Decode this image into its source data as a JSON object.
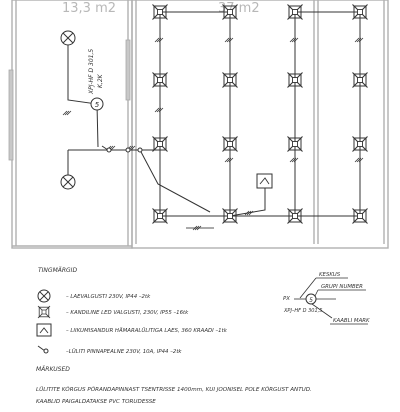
{
  "plan": {
    "room_left_label": "13,3 m2",
    "room_right_label": "37 m2",
    "circuit_callout": {
      "number": "5",
      "cable": "XPJ-HF D 301,5",
      "sub": "K,2K"
    },
    "junction_box_symbol": "sensor-box-icon"
  },
  "legend": {
    "title": "TINGMÄRGID",
    "items": [
      {
        "icon": "ceiling-light-icon",
        "text": "– LAEVALGUSTI 230V, IP44 –2tk"
      },
      {
        "icon": "led-light-icon",
        "text": "– KANDILINE LED VALGUSTI, 230V, IP55 –16tk"
      },
      {
        "icon": "motion-sensor-icon",
        "text": "– LIIKUMISANDUR HÄMARALÜLITIGA LAES, 360 KRAADI –1tk"
      },
      {
        "icon": "wall-switch-icon",
        "text": "–LÜLITI PINNAPEALNE 230V, 10A, IP44 –2tk"
      }
    ],
    "callout": {
      "keskus": "KESKUS",
      "grupi": "GRUPI NUMBER",
      "px": "PX",
      "num": "5",
      "cable": "XPJ–HF D 301,5",
      "kaabli": "KAABLI MARK"
    }
  },
  "notes": {
    "title": "MÄRKUSED",
    "line1": "LÜLITITE KÕRGUS PÕRANDAPINNAST TSENTRISSE 1400mm, KUI JOONISEL POLE KÕRGUST ANTUD.",
    "line2": "KAABLID PAIGALDATAKSE PVC TORUDESSE"
  }
}
